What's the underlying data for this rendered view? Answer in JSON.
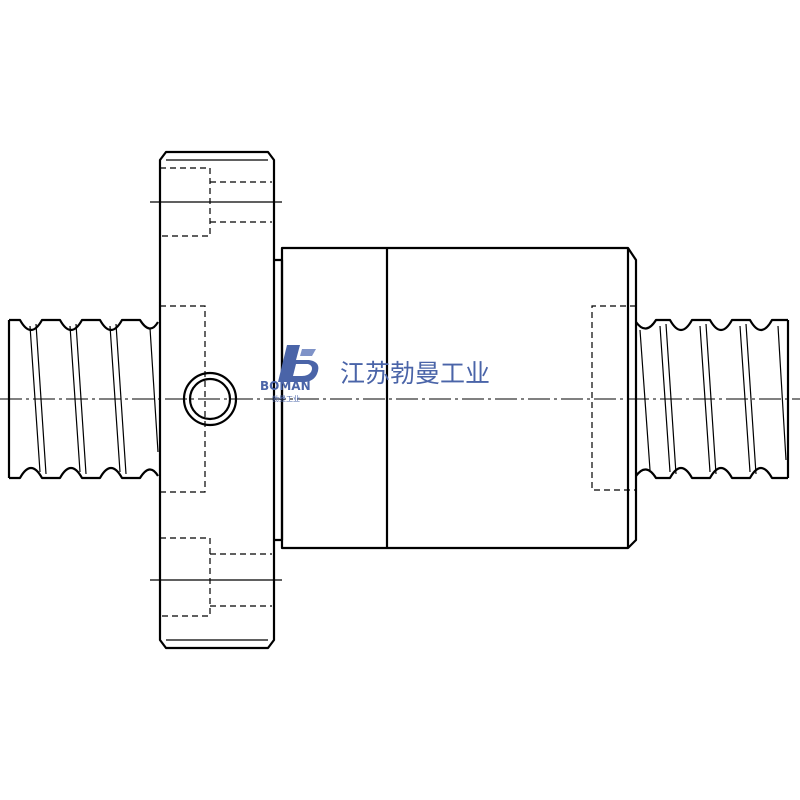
{
  "watermark": {
    "company_name": "江苏勃曼工业",
    "brand": "BOMAN",
    "sub_label": "勃曼工业",
    "colors": {
      "primary": "#4a64a8",
      "accent": "#7f93c8"
    }
  },
  "line_color": "#000000",
  "background_color": "#ffffff"
}
